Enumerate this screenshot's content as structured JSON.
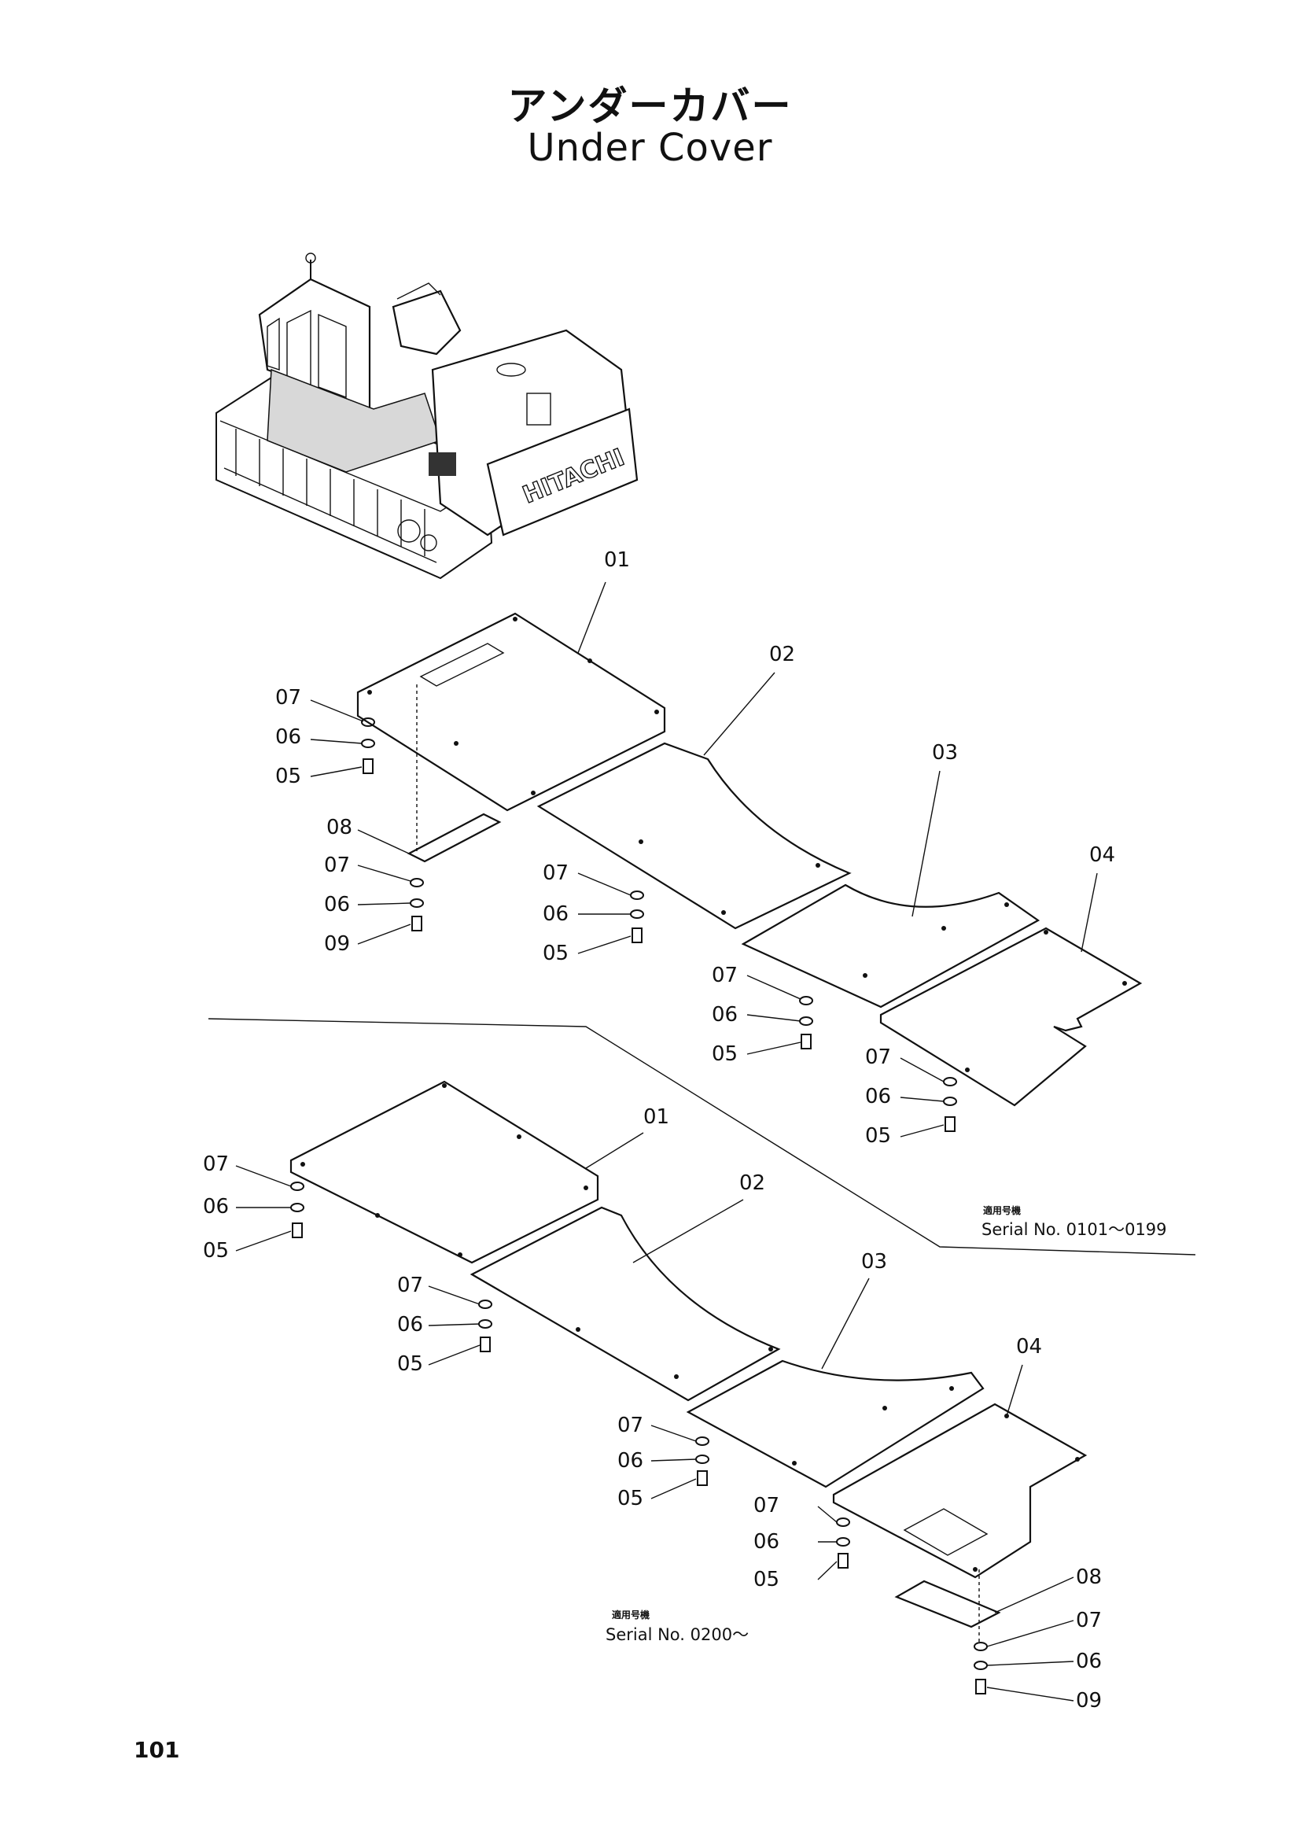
{
  "title": {
    "japanese": "アンダーカバー",
    "english": "Under Cover"
  },
  "illustration": {
    "machine_brand": "HITACHI"
  },
  "upper_assembly": {
    "part_labels": {
      "p01": "01",
      "p02": "02",
      "p03": "03",
      "p04": "04",
      "a07": "07",
      "a06": "06",
      "a05": "05",
      "p08": "08",
      "b07": "07",
      "b06": "06",
      "b09": "09",
      "c07": "07",
      "c06": "06",
      "c05": "05",
      "d07": "07",
      "d06": "06",
      "d05": "05",
      "e07": "07",
      "e06": "06",
      "e05": "05"
    },
    "serial_label_jp": "適用号機",
    "serial": "Serial No. 0101～0199"
  },
  "lower_assembly": {
    "part_labels": {
      "p01": "01",
      "p02": "02",
      "p03": "03",
      "p04": "04",
      "a07": "07",
      "a06": "06",
      "a05": "05",
      "b07": "07",
      "b06": "06",
      "b05": "05",
      "c07": "07",
      "c06": "06",
      "c05": "05",
      "d07": "07",
      "d06": "06",
      "d05": "05",
      "p08": "08",
      "e07": "07",
      "e06": "06",
      "e09": "09"
    },
    "serial_label_jp": "適用号機",
    "serial": "Serial No. 0200～"
  },
  "page_number": "101"
}
